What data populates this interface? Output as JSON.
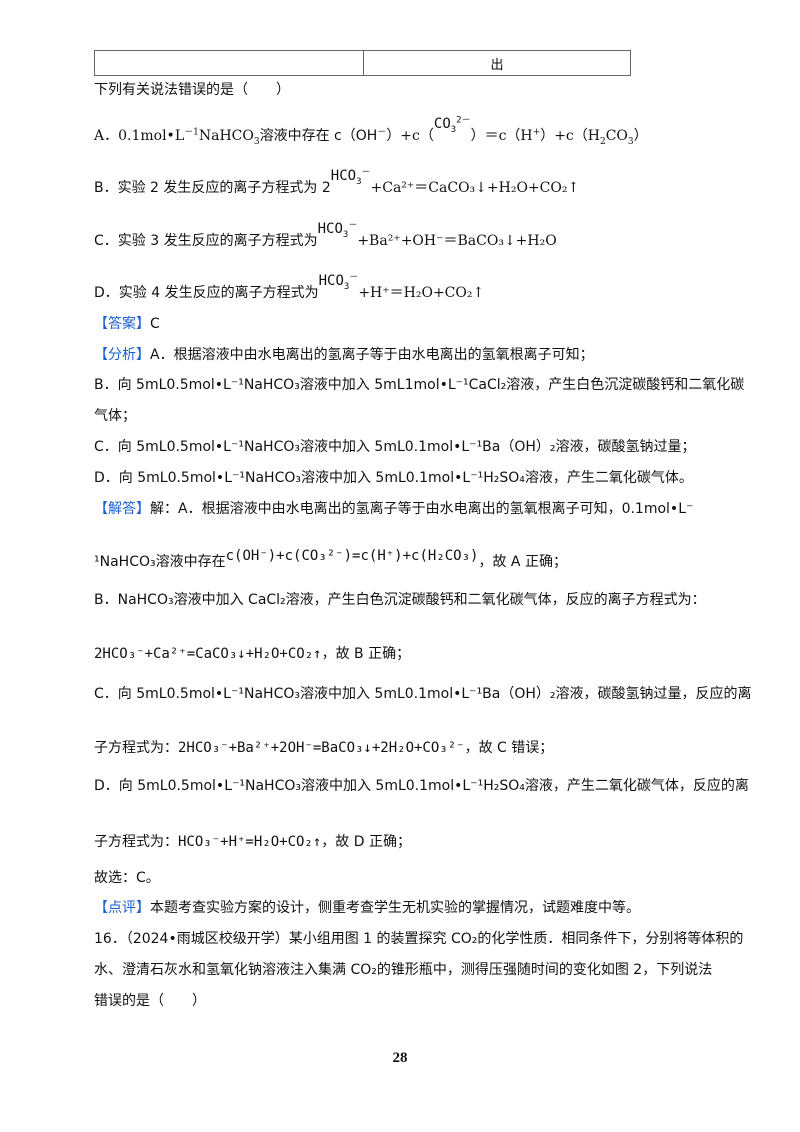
{
  "table": {
    "left_cell": "",
    "right_cell": "出"
  },
  "question": "下列有关说法错误的是（　　）",
  "options": {
    "A": {
      "prefix": "A．0.1mol•L",
      "sup1": "－1",
      "mid": "NaHCO",
      "sub3": "3",
      "text": "溶液中存在 c（OH",
      "sup_minus": "－",
      "text2": "）+c（",
      "ion": "CO",
      "ion_sub": "3",
      "ion_sup": "2－",
      "text3": "）＝c（H",
      "text4": "）+c（H",
      "text5": "CO",
      "text6": "）"
    },
    "B_prefix": "B．实验 2 发生反应的离子方程式为 2",
    "B_ion": "HCO",
    "B_rest": "+Ca²⁺＝CaCO₃↓+H₂O+CO₂↑",
    "C_prefix": "C．实验 3 发生反应的离子方程式为",
    "C_ion": "HCO",
    "C_rest": "+Ba²⁺+OH⁻＝BaCO₃↓+H₂O",
    "D_prefix": "D．实验 4 发生反应的离子方程式为",
    "D_ion": "HCO",
    "D_rest": "+H⁺＝H₂O+CO₂↑"
  },
  "answer": {
    "label": "【答案】",
    "value": "C"
  },
  "analysis": {
    "label": "【分析】",
    "line1": "A．根据溶液中由水电离出的氢离子等于由水电离出的氢氧根离子可知；",
    "line2": "B．向 5mL0.5mol•L⁻¹NaHCO₃溶液中加入 5mL1mol•L⁻¹CaCl₂溶液，产生白色沉淀碳酸钙和二氧化碳",
    "line3": "气体；",
    "line4": "C．向 5mL0.5mol•L⁻¹NaHCO₃溶液中加入 5mL0.1mol•L⁻¹Ba（OH）₂溶液，碳酸氢钠过量；",
    "line5": "D．向 5mL0.5mol•L⁻¹NaHCO₃溶液中加入 5mL0.1mol•L⁻¹H₂SO₄溶液，产生二氧化碳气体。"
  },
  "solution": {
    "label": "【解答】",
    "line1": "解：A．根据溶液中由水电离出的氢离子等于由水电离出的氢氧根离子可知，0.1mol•L⁻",
    "line2_pre": "¹NaHCO₃溶液中存在",
    "line2_formula": "c(OH⁻)+c(CO₃²⁻)=c(H⁺)+c(H₂CO₃)",
    "line2_post": "，故 A 正确；",
    "line3": "B．NaHCO₃溶液中加入 CaCl₂溶液，产生白色沉淀碳酸钙和二氧化碳气体，反应的离子方程式为：",
    "line4_formula": "2HCO₃⁻+Ca²⁺=CaCO₃↓+H₂O+CO₂↑",
    "line4_post": "，故 B 正确；",
    "line5": "C．向 5mL0.5mol•L⁻¹NaHCO₃溶液中加入 5mL0.1mol•L⁻¹Ba（OH）₂溶液，碳酸氢钠过量，反应的离",
    "line6_pre": "子方程式为：",
    "line6_formula": "2HCO₃⁻+Ba²⁺+2OH⁻=BaCO₃↓+2H₂O+CO₃²⁻",
    "line6_post": "，故 C 错误；",
    "line7": "D．向 5mL0.5mol•L⁻¹NaHCO₃溶液中加入 5mL0.1mol•L⁻¹H₂SO₄溶液，产生二氧化碳气体，反应的离",
    "line8_pre": "子方程式为：",
    "line8_formula": "HCO₃⁻+H⁺=H₂O+CO₂↑",
    "line8_post": "，故 D 正确；",
    "line9": "故选：C。"
  },
  "review": {
    "label": "【点评】",
    "text": "本题考查实验方案的设计，侧重考查学生无机实验的掌握情况，试题难度中等。"
  },
  "q16": {
    "line1": "16．（2024•雨城区校级开学）某小组用图 1 的装置探究 CO₂的化学性质．相同条件下，分别将等体积的",
    "line2": "水、澄清石灰水和氢氧化钠溶液注入集满 CO₂的锥形瓶中，测得压强随时间的变化如图 2，下列说法",
    "line3": "错误的是（　　）"
  },
  "page_number": "28",
  "colors": {
    "bracket": "#1a5fd0",
    "text": "#111111",
    "border": "#666666"
  }
}
